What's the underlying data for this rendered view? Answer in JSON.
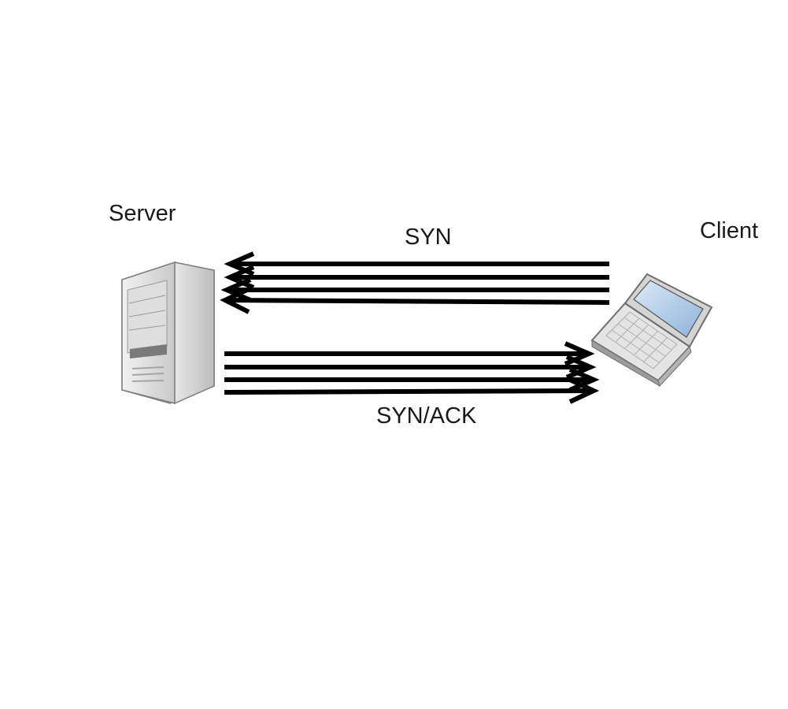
{
  "nodes": {
    "server": {
      "label": "Server",
      "icon": "server-tower-icon"
    },
    "client": {
      "label": "Client",
      "icon": "laptop-icon"
    }
  },
  "messages": [
    {
      "label": "SYN",
      "direction": "client-to-server",
      "arrow_count": 4
    },
    {
      "label": "SYN/ACK",
      "direction": "server-to-client",
      "arrow_count": 4
    }
  ],
  "colors": {
    "arrow": "#000000",
    "device_body": "#d9d9d9",
    "screen": "#a9c8e8"
  }
}
